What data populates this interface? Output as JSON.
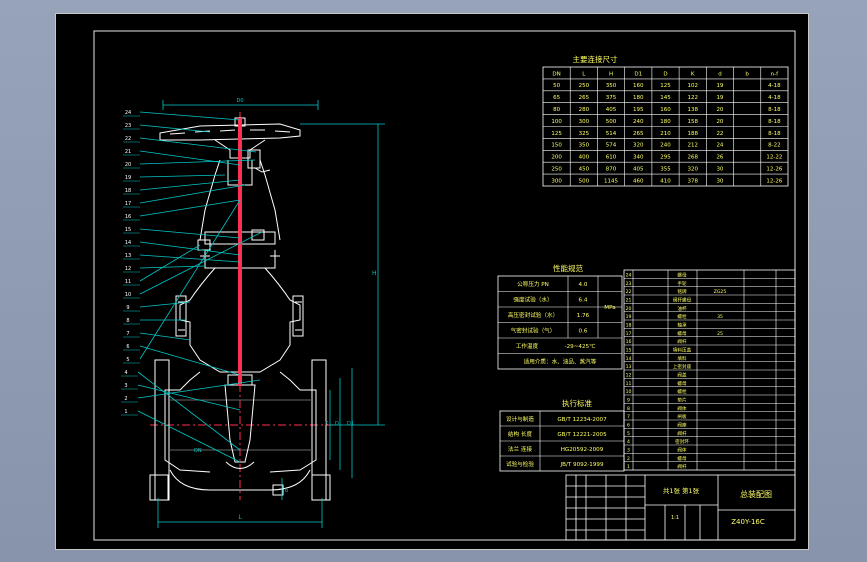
{
  "drawing": {
    "colors": {
      "background": "#000000",
      "line": "#ffffff",
      "dimension": "#00c8c8",
      "stem": "#ff3050",
      "label": "#ffff66",
      "viewport": "#8f9bb1"
    },
    "dimension_table": {
      "title": "主要连接尺寸",
      "headers": [
        "DN",
        "L",
        "H",
        "D1",
        "D",
        "K",
        "d",
        "b",
        "n-f"
      ],
      "rows": [
        [
          "50",
          "250",
          "350",
          "160",
          "125",
          "102",
          "19",
          "4-18"
        ],
        [
          "65",
          "265",
          "375",
          "180",
          "145",
          "122",
          "19",
          "4-18"
        ],
        [
          "80",
          "280",
          "405",
          "195",
          "160",
          "138",
          "20",
          "8-18"
        ],
        [
          "100",
          "300",
          "500",
          "240",
          "180",
          "158",
          "20",
          "8-18"
        ],
        [
          "125",
          "325",
          "514",
          "265",
          "210",
          "188",
          "22",
          "8-18"
        ],
        [
          "150",
          "350",
          "574",
          "320",
          "240",
          "212",
          "24",
          "8-22"
        ],
        [
          "200",
          "400",
          "610",
          "340",
          "295",
          "268",
          "26",
          "12-22"
        ],
        [
          "250",
          "450",
          "870",
          "405",
          "355",
          "320",
          "30",
          "12-26"
        ],
        [
          "300",
          "500",
          "1145",
          "460",
          "410",
          "378",
          "30",
          "12-26"
        ]
      ]
    },
    "performance_table": {
      "title": "性能规范",
      "unit": "MPa",
      "rows": [
        [
          "公称压力 PN",
          "4.0"
        ],
        [
          "强度试验（水）",
          "6.4"
        ],
        [
          "高压密封试验（水）",
          "1.76"
        ],
        [
          "气密封试验（气）",
          "0.6"
        ],
        [
          "工作温度",
          "-29~425℃"
        ],
        [
          "适用介质：水、油品、蒸汽等",
          ""
        ]
      ]
    },
    "standards_table": {
      "title": "执行标准",
      "rows": [
        [
          "设计与制造",
          "GB/T 12234-2007"
        ],
        [
          "结构 长度",
          "GB/T 12221-2005"
        ],
        [
          "法兰 连接",
          "HG20592-2009"
        ],
        [
          "试验与检验",
          "JB/T 9092-1999"
        ]
      ]
    },
    "parts_list": {
      "numbers": [
        "24",
        "23",
        "22",
        "21",
        "20",
        "19",
        "18",
        "17",
        "16",
        "15",
        "14",
        "13",
        "12",
        "11",
        "10",
        "9",
        "8",
        "7",
        "6",
        "5",
        "4",
        "3",
        "2",
        "1"
      ],
      "names": [
        "螺母",
        "手轮",
        "铭牌",
        "阀杆螺母",
        "油杯",
        "螺栓",
        "轴承",
        "螺母",
        "阀杆",
        "填料压盖",
        "填料",
        "上密封座",
        "阀盖",
        "螺母",
        "螺栓",
        "垫片",
        "阀体",
        "闸板",
        "阀座",
        "阀杆",
        "密封环",
        "阀体",
        "螺母",
        "阀杆"
      ],
      "materials": [
        "",
        "",
        "ZG25",
        "",
        "",
        "35",
        "",
        "25",
        "",
        "",
        "",
        "",
        "",
        "",
        "",
        "",
        "",
        "",
        "",
        "",
        "",
        "",
        "",
        ""
      ],
      "qty_col": [
        "",
        "",
        "",
        "",
        "",
        "",
        "",
        "",
        "",
        "",
        "",
        "",
        "",
        "",
        "",
        "",
        "",
        "",
        "",
        "",
        "",
        "",
        "",
        ""
      ]
    },
    "title_block": {
      "drawing_name": "总装配图",
      "drawing_code": "Z40Y-16C",
      "scale_label": "1:1",
      "sheet_label": "共1张 第1张"
    },
    "view_labels": {
      "balloon_numbers": [
        "24",
        "23",
        "22",
        "21",
        "20",
        "19",
        "18",
        "17",
        "16",
        "15",
        "14",
        "13",
        "12",
        "11",
        "10",
        "9",
        "8",
        "7",
        "6",
        "5",
        "4",
        "3",
        "2",
        "1"
      ],
      "dim_top": "D0",
      "dim_height": "H",
      "dim_length": "L",
      "dim_d1": "D1",
      "dim_d": "D",
      "dim_k": "K",
      "dim_b": "b",
      "dim_dn": "DN"
    }
  }
}
